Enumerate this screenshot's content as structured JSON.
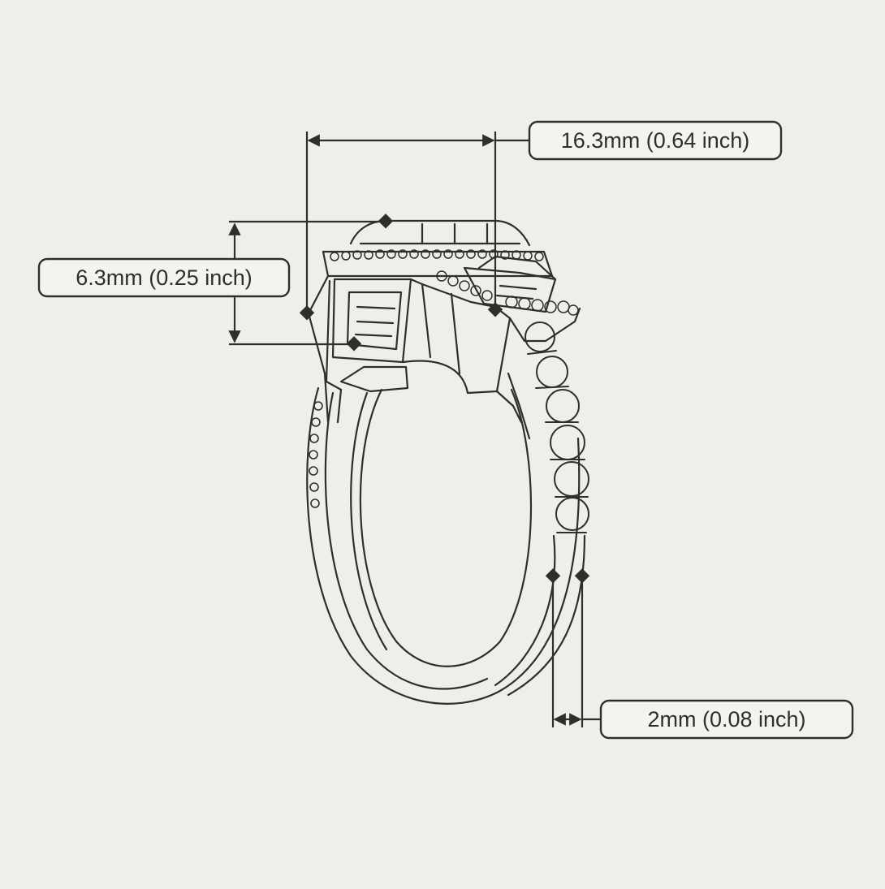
{
  "colors": {
    "background": "#efefea",
    "ink": "#2e2e2e",
    "label_fill": "#f4f4ef"
  },
  "dimensions": {
    "width_label": "16.3mm (0.64 inch)",
    "height_label": "6.3mm (0.25 inch)",
    "band_label": "2mm (0.08 inch)"
  }
}
